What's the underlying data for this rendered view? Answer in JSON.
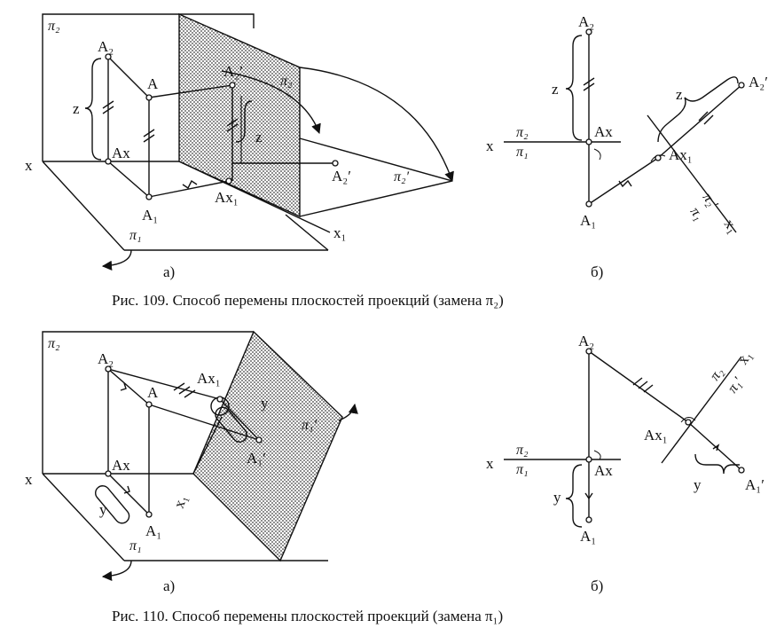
{
  "fig109": {
    "caption": "Рис. 109.  Способ перемены плоскостей проекций  (замена π₂)",
    "sub_a": "а)",
    "sub_b": "б)",
    "left": {
      "pi2": "π₂",
      "pi1": "π₁",
      "pi2p": "π₂′",
      "A": "A",
      "A2": "A₂",
      "A2p": "A₂′",
      "A1": "A₁",
      "Ax": "Ax",
      "Ax1": "Ax₁",
      "x": "x",
      "x1": "x₁",
      "z": "z",
      "z2": "z"
    },
    "right": {
      "A2": "A₂",
      "A2p": "A₂′",
      "A1": "A₁",
      "Ax": "Ax",
      "Ax1": "Ax₁",
      "x": "x",
      "pi2": "π₂",
      "pi1": "π₁",
      "z": "z",
      "z2": "z",
      "pi1r": "π₁",
      "pi2r": "π₂′",
      "x1": "x₁"
    }
  },
  "fig110": {
    "caption": "Рис. 110.  Способ перемены плоскостей проекций  (замена π₁)",
    "sub_a": "а)",
    "sub_b": "б)",
    "left": {
      "pi2": "π₂",
      "pi1": "π₁",
      "pi1p": "π₁′",
      "A": "A",
      "A2": "A₂",
      "A1": "A₁",
      "A1p": "A₁′",
      "Ax": "Ax",
      "Ax1": "Ax₁",
      "x": "x",
      "x1": "x₁",
      "y": "y",
      "y2": "y"
    },
    "right": {
      "A2": "A₂",
      "A1": "A₁",
      "A1p": "A₁′",
      "Ax": "Ax",
      "Ax1": "Ax₁",
      "x": "x",
      "pi2": "π₂",
      "pi1": "π₁",
      "y": "y",
      "y2": "y",
      "pi2r": "π₂",
      "pi1r": "π₁′",
      "x1": "x₁"
    }
  }
}
